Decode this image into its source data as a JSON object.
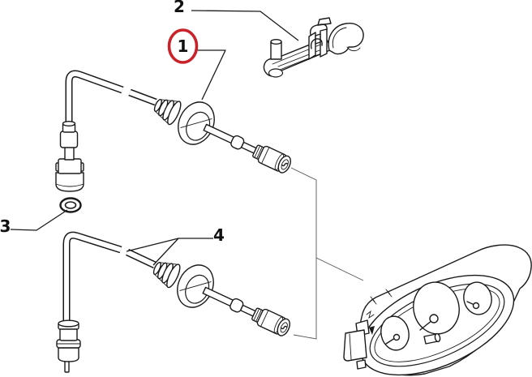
{
  "diagram": {
    "type": "exploded-parts-diagram",
    "background": "#ffffff",
    "line_color": "#1a1a1a",
    "highlight_color": "#c8232b",
    "callouts": [
      {
        "label": "1",
        "highlighted": true
      },
      {
        "label": "2",
        "highlighted": false
      },
      {
        "label": "3",
        "highlighted": false
      },
      {
        "label": "4",
        "highlighted": false
      }
    ]
  }
}
